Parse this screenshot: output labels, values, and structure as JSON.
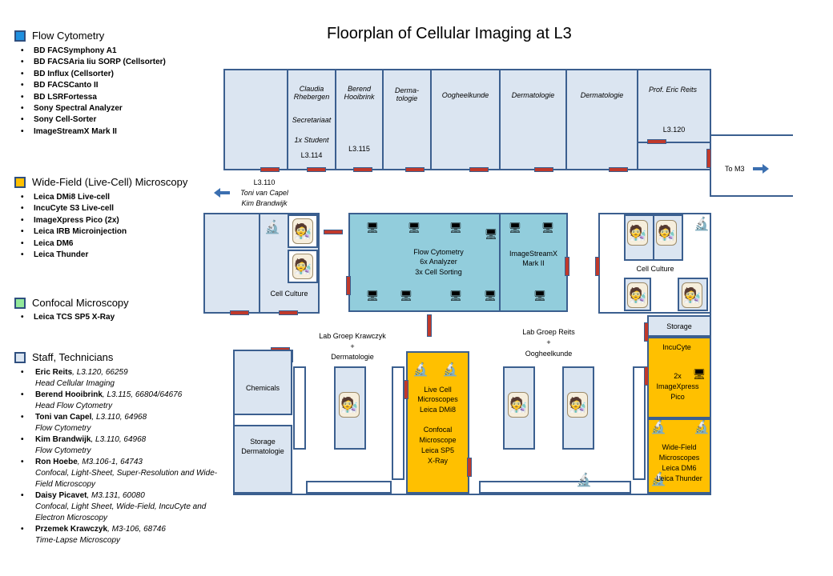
{
  "title": "Floorplan of Cellular Imaging at L3",
  "legend": {
    "flow": {
      "title": "Flow Cytometry",
      "color": "#1e90e0",
      "items": [
        "BD FACSymphony A1",
        "BD FACSAria Iiu SORP (Cellsorter)",
        "BD Influx (Cellsorter)",
        "BD FACSCanto II",
        "BD LSRFortessa",
        "Sony Spectral Analyzer",
        "Sony Cell-Sorter",
        "ImageStreamX Mark II"
      ]
    },
    "widefield": {
      "title": "Wide-Field (Live-Cell) Microscopy",
      "color": "#ffc000",
      "items": [
        "Leica DMi8 Live-cell",
        "IncuCyte S3 Live-cell",
        "ImageXpress Pico  (2x)",
        "Leica IRB Microinjection",
        "Leica DM6",
        "Leica Thunder"
      ]
    },
    "confocal": {
      "title": "Confocal Microscopy",
      "color": "#92e89a",
      "items": [
        "Leica TCS SP5 X-Ray"
      ]
    },
    "staff": {
      "title": "Staff, Technicians",
      "color": "#dbe5f1",
      "people": [
        {
          "name": "Eric Reits",
          "info": ", L3.120, 66259",
          "role": "Head Cellular Imaging"
        },
        {
          "name": "Berend Hooibrink",
          "info": ", L3.115, 66804/64676",
          "role": "Head Flow Cytometry"
        },
        {
          "name": "Toni van Capel",
          "info": ", L3.110, 64968",
          "role": "Flow Cytometry"
        },
        {
          "name": "Kim Brandwijk",
          "info": ", L3.110, 64968",
          "role": "Flow Cytometry"
        },
        {
          "name": "Ron Hoebe",
          "info": ",  M3.106-1, 64743",
          "role": "Confocal, Light-Sheet, Super-Resolution and Wide-Field Microscopy"
        },
        {
          "name": "Daisy Picavet",
          "info": ",  M3.131, 60080",
          "role": "Confocal, Light Sheet, Wide-Field, IncuCyte and Electron Microscopy"
        },
        {
          "name": "Przemek Krawczyk",
          "info": ", M3-106, 68746",
          "role": "Time-Lapse Microscopy"
        }
      ]
    }
  },
  "rooms": {
    "claudia": "Claudia Rhebergen",
    "secretariaat": "Secretariaat",
    "student": "1x Student",
    "l3114": "L3.114",
    "berend": "Berend Hooibrink",
    "l3115": "L3.115",
    "derma1": "Derma-tologie",
    "oogheel": "Oogheelkunde",
    "derma2": "Dermatologie",
    "derma3": "Dermatologie",
    "proferic": "Prof. Eric Reits",
    "l3120": "L3.120",
    "tom3": "To M3",
    "l3110": "L3.110",
    "l3110_names": "Toni van Capel",
    "l3110_names2": "Kim Brandwijk",
    "cellculture_left": "Cell Culture",
    "flow_center_1": "Flow Cytometry",
    "flow_center_2": "6x Analyzer",
    "flow_center_3": "3x Cell Sorting",
    "isx_1": "ImageStreamX",
    "isx_2": "Mark II",
    "cellculture_right": "Cell Culture",
    "lab_krawczyk_1": "Lab Groep Krawczyk",
    "lab_krawczyk_2": "+",
    "lab_krawczyk_3": "Dermatologie",
    "lab_reits_1": "Lab Groep Reits",
    "lab_reits_2": "+",
    "lab_reits_3": "Oogheelkunde",
    "chemicals": "Chemicals",
    "storage_derm_1": "Storage",
    "storage_derm_2": "Dermatologie",
    "livecell_1": "Live Cell",
    "livecell_2": "Microscopes",
    "livecell_3": "Leica DMi8",
    "confocal_1": "Confocal",
    "confocal_2": "Microscope",
    "confocal_3": "Leica SP5",
    "confocal_4": "X-Ray",
    "storage": "Storage",
    "incucyte": "IncuCyte",
    "ixp_1": "2x",
    "ixp_2": "ImageXpress",
    "ixp_3": "Pico",
    "wf_1": "Wide-Field",
    "wf_2": "Microscopes",
    "wf_3": "Leica DM6",
    "wf_4": "Leica Thunder"
  },
  "colors": {
    "wall": "#3b5f8f",
    "room": "#dbe5f1",
    "flow": "#92cddc",
    "yellow": "#ffc000",
    "door": "#c0392b"
  },
  "icons": {
    "microscope": "microscope-icon",
    "person": "scientist-icon",
    "cytometer": "cytometer-icon",
    "arrow": "arrow-icon"
  }
}
